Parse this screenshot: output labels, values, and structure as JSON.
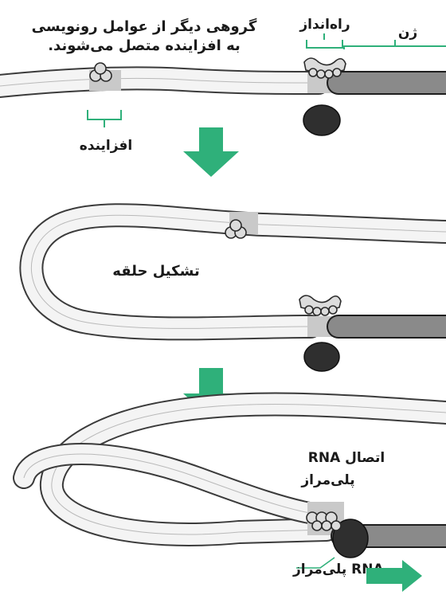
{
  "labels": {
    "other_factors": [
      "گروهی دیگر از عوامل رونویسی",
      "به افزاینده متصل می‌شوند."
    ],
    "promoter": "راه‌انداز",
    "gene": "ژن",
    "enhancer": "افزاینده",
    "loop_formation": "تشکیل حلقه",
    "polymerase_binding": [
      "اتصال RNA",
      "پلی‌مراز"
    ],
    "rna_polymerase": "RNA پلی‌مراز"
  },
  "colors": {
    "accent_green": "#2fb07a",
    "dna_dark": "#1e1e1e",
    "polymerase": "#2f2f2f"
  }
}
